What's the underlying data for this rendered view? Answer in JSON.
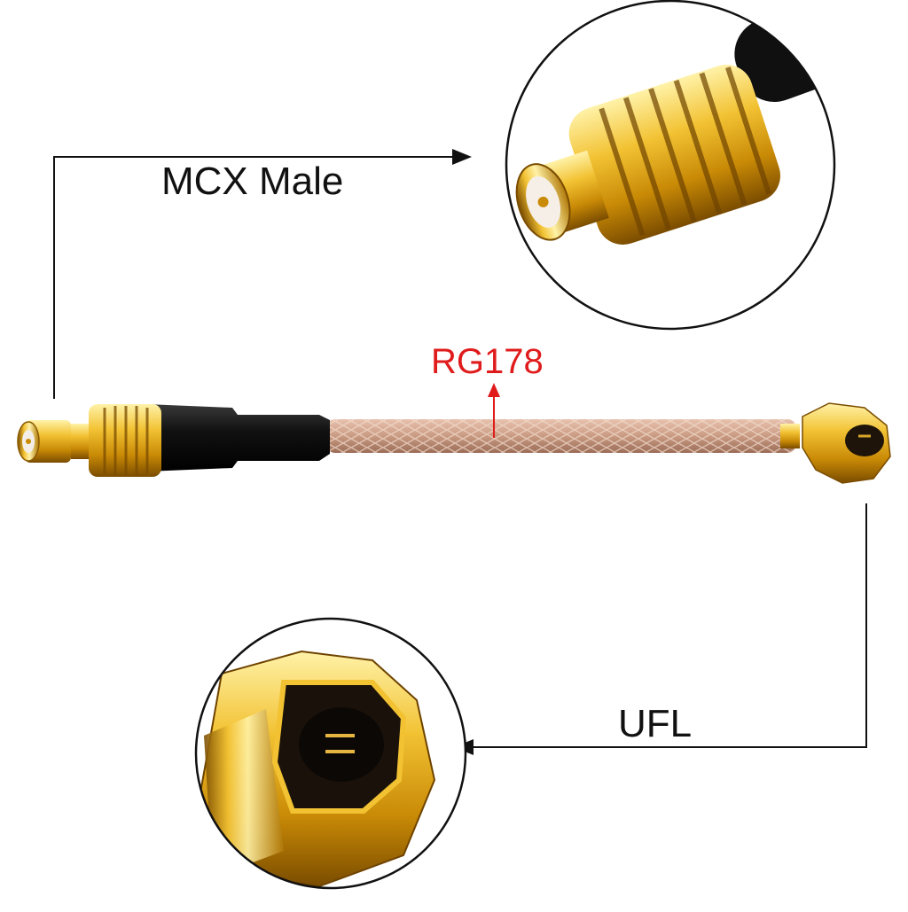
{
  "labels": {
    "mcx": "MCX Male",
    "ufl": "UFL",
    "cable": "RG178"
  },
  "colors": {
    "line": "#111111",
    "cable_label": "#e01b1b",
    "gold": "#e0a516",
    "gold_dark": "#8a5a00",
    "jacket": "#0d0d0d",
    "cable": "#c99a82"
  }
}
